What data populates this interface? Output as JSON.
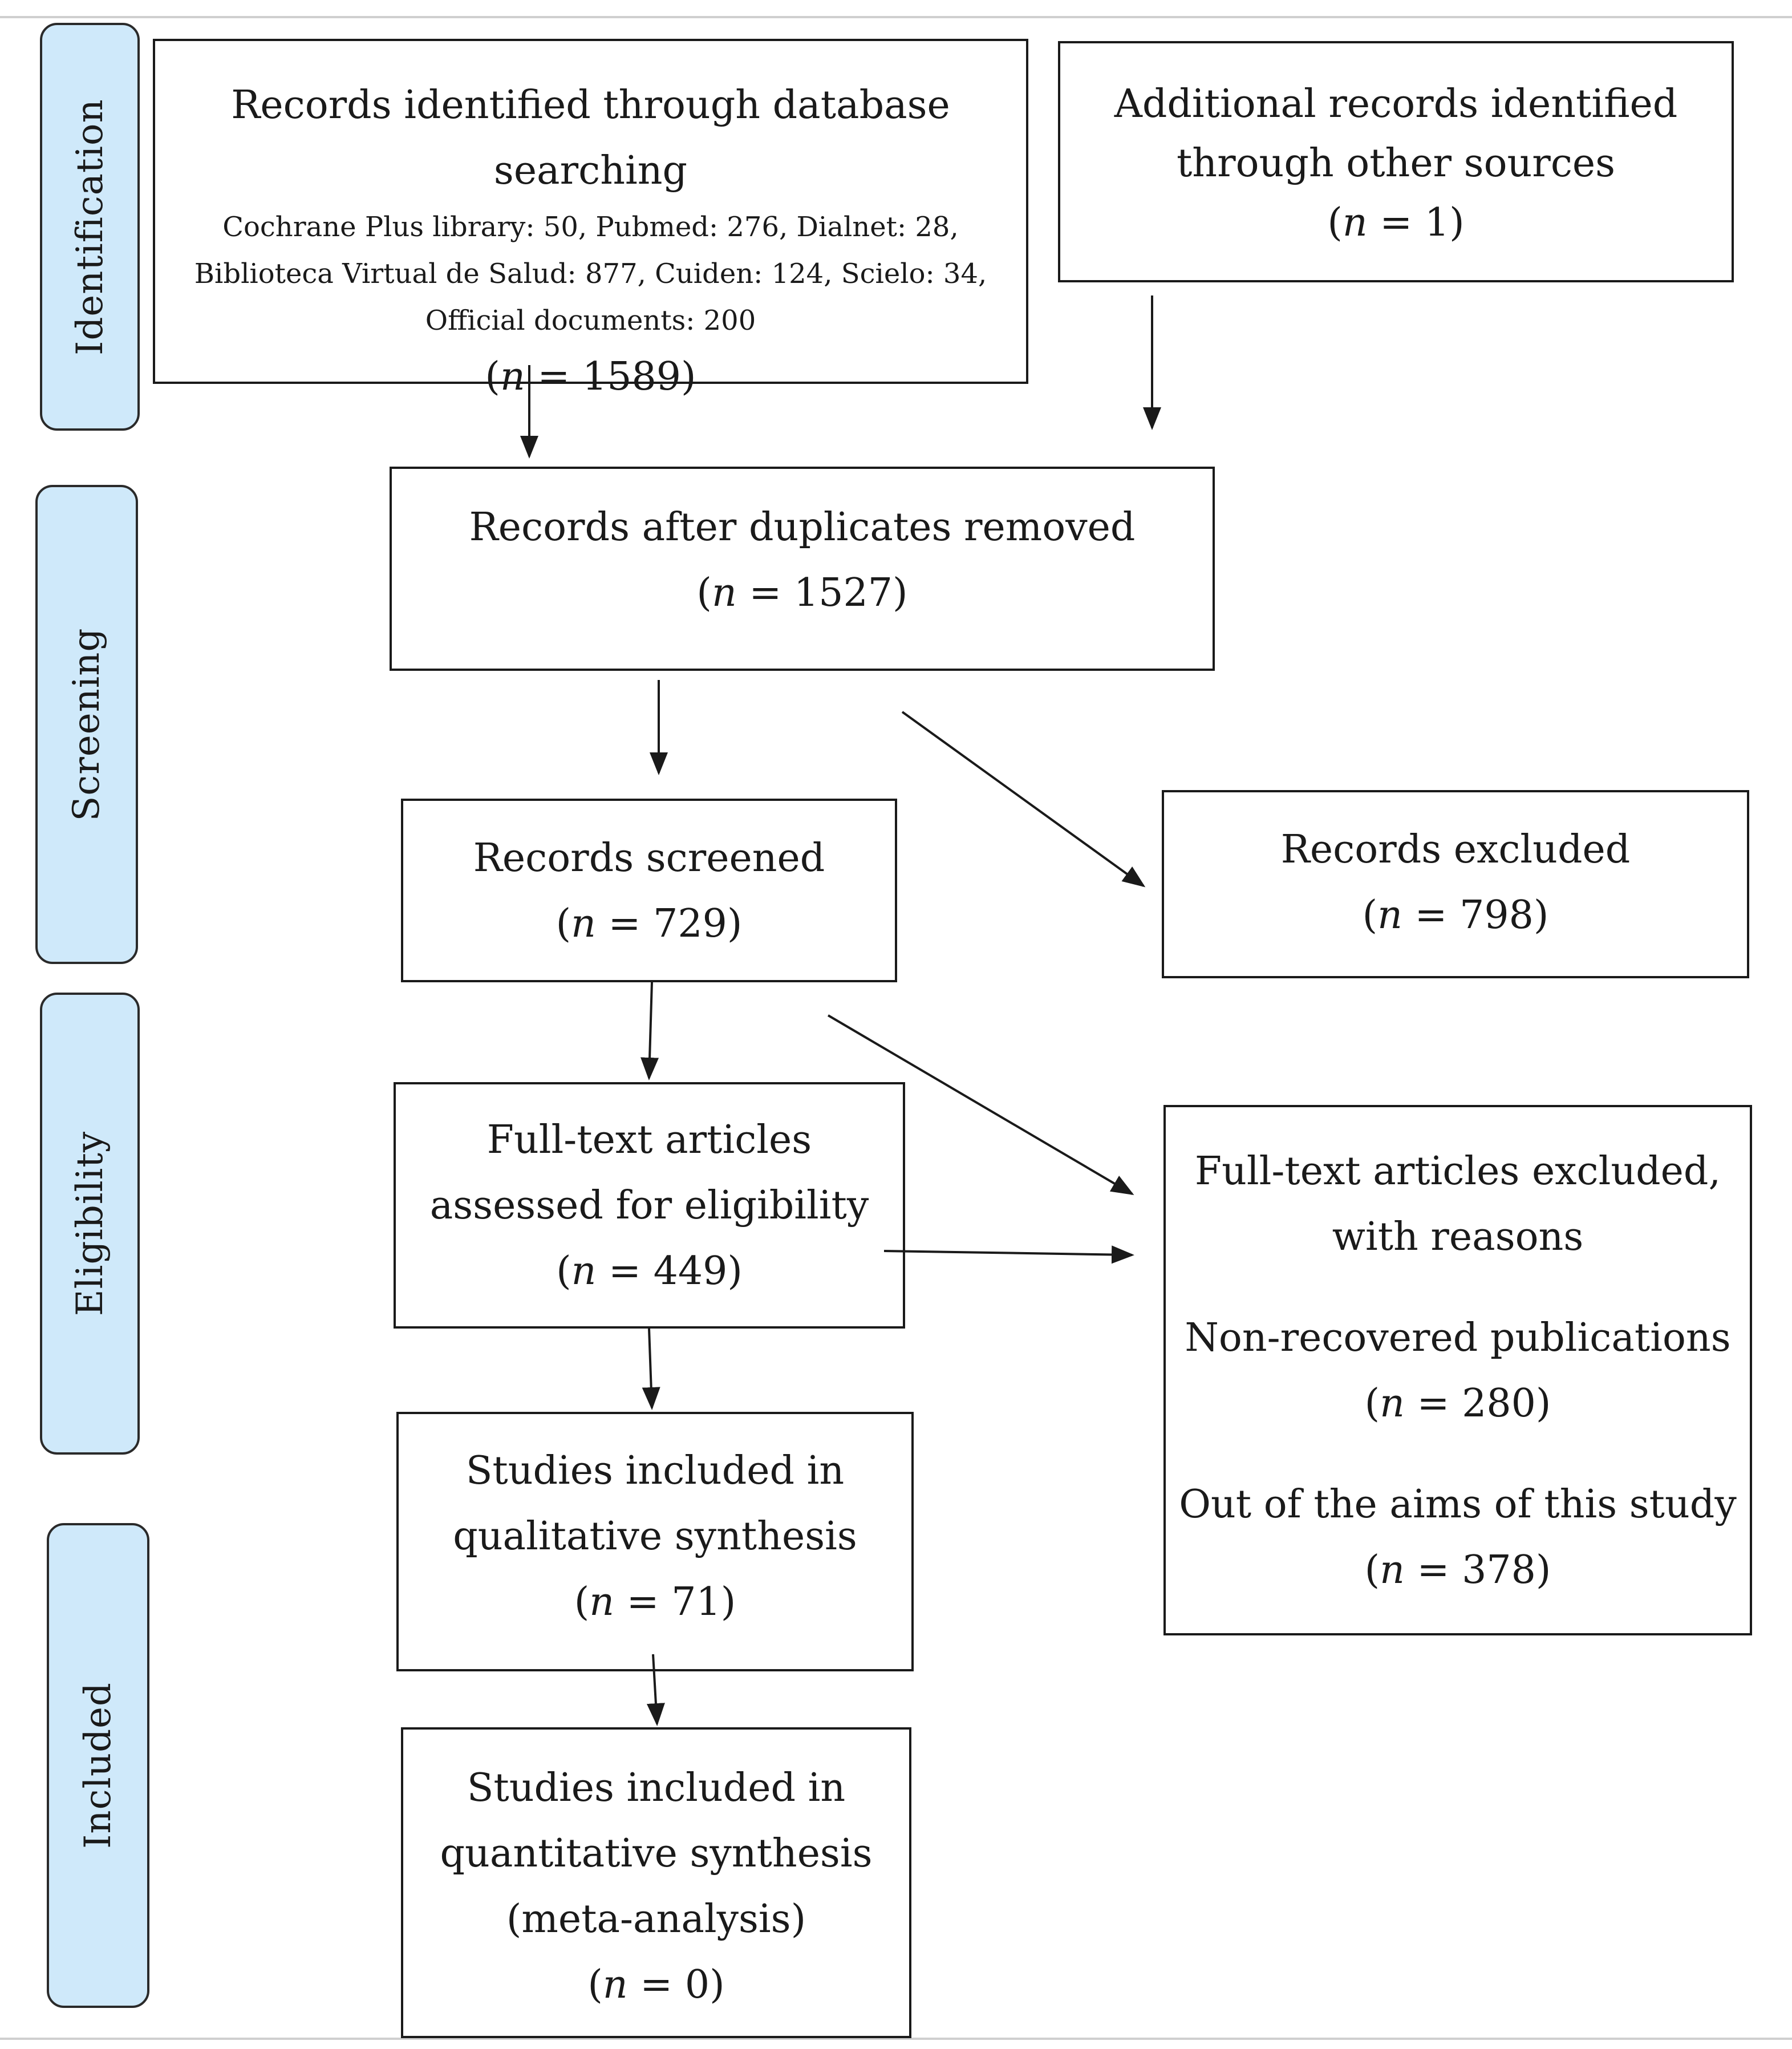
{
  "stages": {
    "identification": "Identification",
    "screening": "Screening",
    "eligibility": "Eligibility",
    "included": "Included"
  },
  "boxes": {
    "db_search": {
      "title": "Records identified through database searching",
      "sources_line1": "Cochrane Plus library: 50, Pubmed: 276, Dialnet: 28,",
      "sources_line2": "Biblioteca Virtual de Salud: 877, Cuiden: 124, Scielo: 34,",
      "sources_line3": "Official documents: 200",
      "n": "1589"
    },
    "other_sources": {
      "line1": "Additional records identified",
      "line2": "through other sources",
      "n": "1"
    },
    "duplicates_removed": {
      "title": "Records after duplicates removed",
      "n": "1527"
    },
    "screened": {
      "title": "Records screened",
      "n": "729"
    },
    "excluded": {
      "title": "Records excluded",
      "n": "798"
    },
    "fulltext_assessed": {
      "line1": "Full-text articles",
      "line2": "assessed for eligibility",
      "n": "449"
    },
    "fulltext_excluded": {
      "line1": "Full-text articles excluded,",
      "line2": "with reasons",
      "reason1": "Non-recovered publications",
      "reason1_n": "280",
      "reason2": "Out of the aims of this study",
      "reason2_n": "378"
    },
    "qualitative": {
      "line1": "Studies included in",
      "line2": "qualitative synthesis",
      "n": "71"
    },
    "quantitative": {
      "line1": "Studies included in",
      "line2": "quantitative synthesis",
      "line3": "(meta-analysis)",
      "n": "0"
    }
  }
}
